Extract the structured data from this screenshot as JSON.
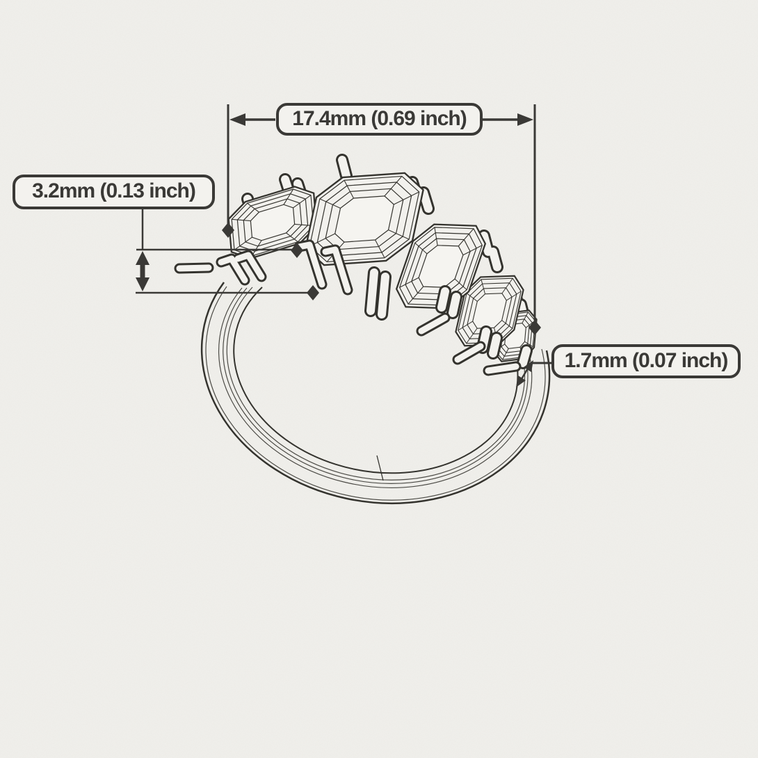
{
  "drawing": {
    "subject": "ring-technical-drawing",
    "stone_count": 5
  },
  "annotations": {
    "width": {
      "text": "17.4mm (0.69 inch)"
    },
    "band_height": {
      "text": "3.2mm (0.13 inch)"
    },
    "band_thickness": {
      "text": "1.7mm (0.07 inch)"
    }
  },
  "colors": {
    "paper": "#f1f0ec",
    "paper_raised": "#f3f2ee",
    "ink_drawing": "#34332e",
    "ink_drawing_light": "#4b4a45",
    "ink_annotation": "#3a3936"
  }
}
